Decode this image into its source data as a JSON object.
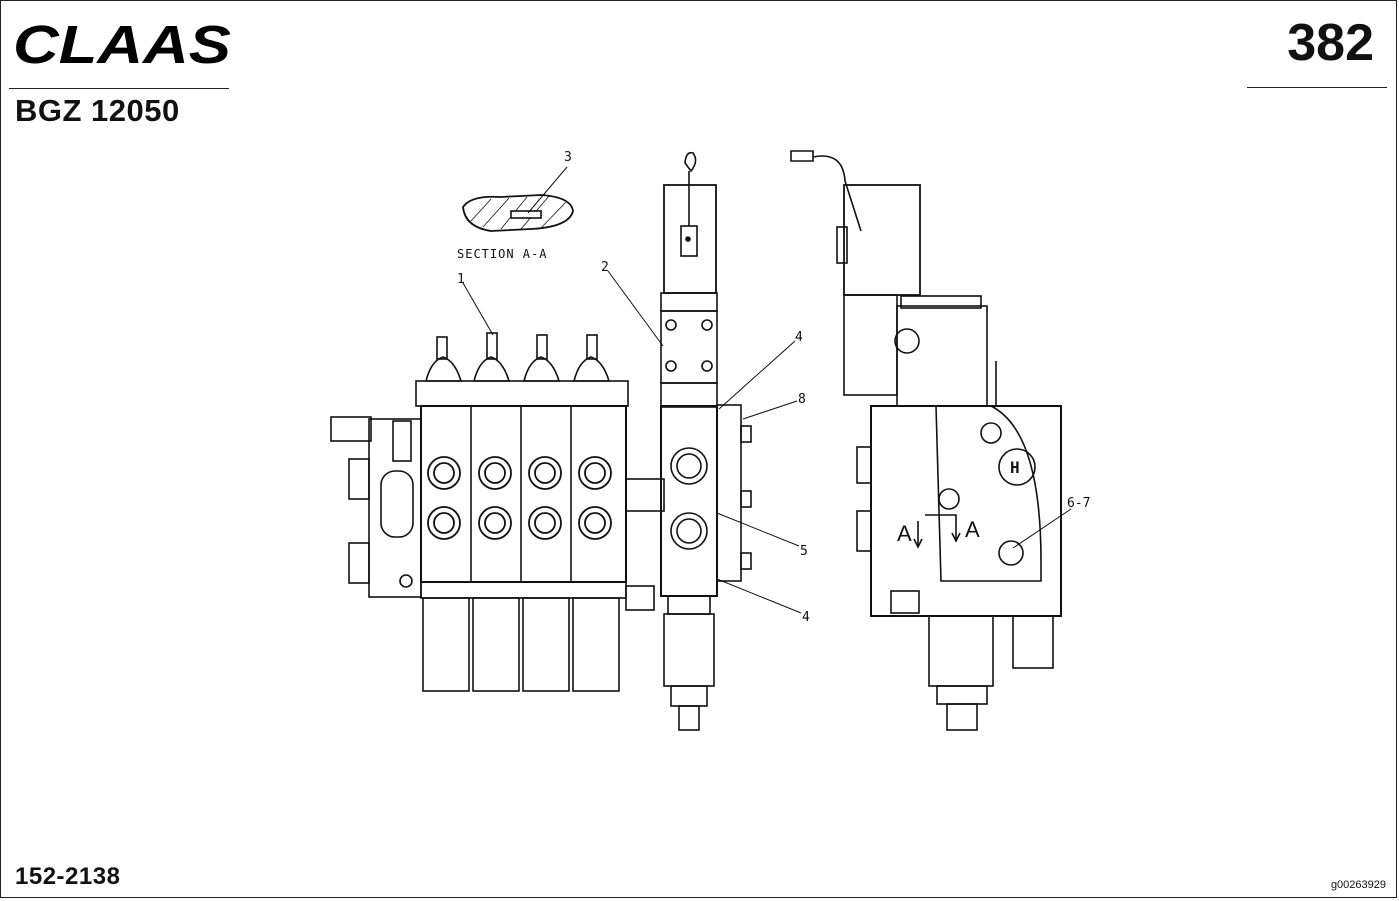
{
  "header": {
    "brand": "CLAAS",
    "model_code": "BGZ 12050",
    "page_number": "382"
  },
  "footer": {
    "part_number": "152-2138",
    "graphic_id": "g00263929"
  },
  "diagram": {
    "section_label": "SECTION A-A",
    "callouts": [
      "1",
      "2",
      "3",
      "4",
      "8",
      "5",
      "4",
      "6-7"
    ],
    "view_markers": [
      "A",
      "A"
    ]
  },
  "colors": {
    "ink": "#111111",
    "paper": "#ffffff"
  }
}
